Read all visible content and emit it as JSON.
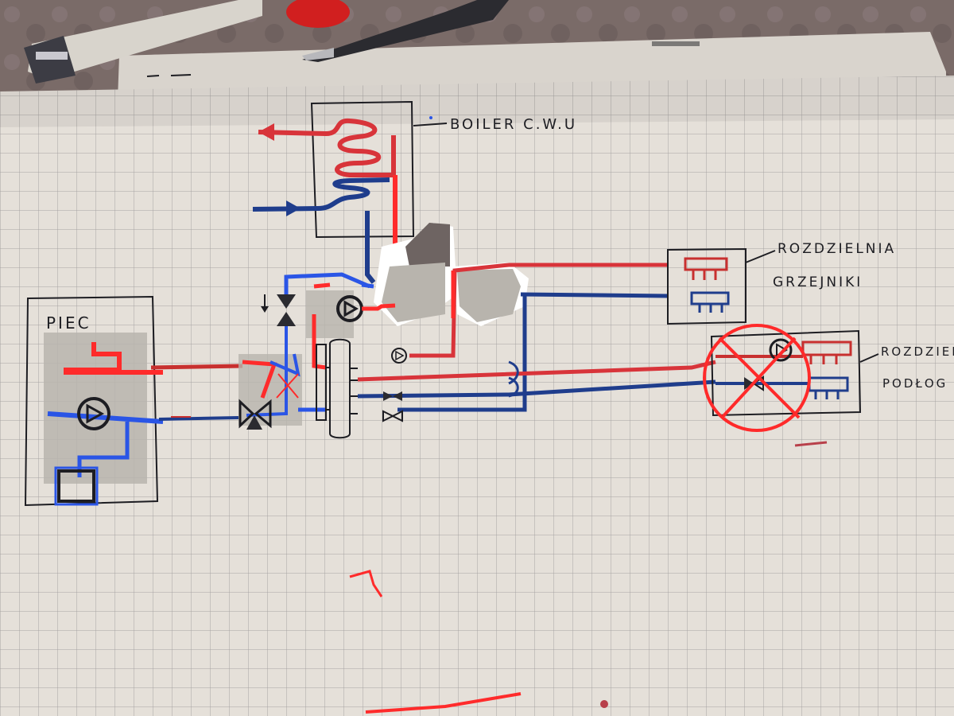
{
  "labels": {
    "piec": "PIEC",
    "boiler": "BOILER C.W.U",
    "rozdzielnia_grzejniki_line1": "ROZDZIELNIA",
    "rozdzielnia_grzejniki_line2": "GRZEJNIKI",
    "rozdzielnia_podlog_line1": "ROZDZIELN",
    "rozdzielnia_podlog_line2": "PODŁOG"
  },
  "colors": {
    "hot_pipe": "#d8343a",
    "hot_pipe_bright": "#ff2b2b",
    "cold_pipe": "#1f3d8c",
    "cold_pipe_bright": "#2a55e6",
    "ink": "#1d1d22",
    "grid_paper": "#e6e1da",
    "grid_line": "#a7a5a5",
    "cross_out": "#ff2a2a",
    "smudge": "#b8b4ad"
  },
  "icons": [
    "pump-icon",
    "valve-icon",
    "three-way-valve-icon",
    "arrow-icon",
    "cross-out-icon",
    "pen-icon"
  ]
}
